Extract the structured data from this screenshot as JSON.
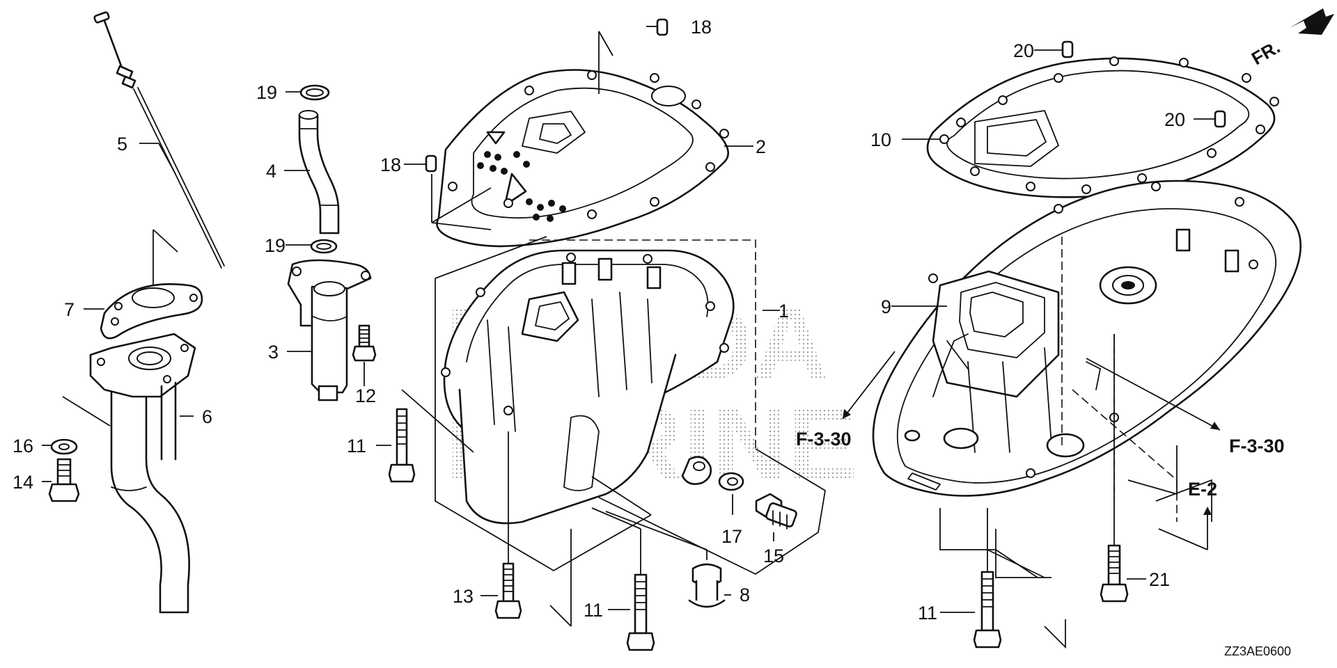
{
  "watermark": {
    "line1": "HONDA",
    "line2": "MARINE"
  },
  "diagram_code": "ZZ3AE0600",
  "direction_label": "FR.",
  "references": [
    {
      "id": "ref-left",
      "label": "F-3-30"
    },
    {
      "id": "ref-right",
      "label": "F-3-30"
    },
    {
      "id": "ref-e2",
      "label": "E-2"
    }
  ],
  "callouts": [
    {
      "id": "c1",
      "label": "1"
    },
    {
      "id": "c2",
      "label": "2"
    },
    {
      "id": "c3",
      "label": "3"
    },
    {
      "id": "c4",
      "label": "4"
    },
    {
      "id": "c5",
      "label": "5"
    },
    {
      "id": "c6",
      "label": "6"
    },
    {
      "id": "c7",
      "label": "7"
    },
    {
      "id": "c8",
      "label": "8"
    },
    {
      "id": "c9",
      "label": "9"
    },
    {
      "id": "c10",
      "label": "10"
    },
    {
      "id": "c11a",
      "label": "11"
    },
    {
      "id": "c11b",
      "label": "11"
    },
    {
      "id": "c11c",
      "label": "11"
    },
    {
      "id": "c12",
      "label": "12"
    },
    {
      "id": "c13",
      "label": "13"
    },
    {
      "id": "c14",
      "label": "14"
    },
    {
      "id": "c15",
      "label": "15"
    },
    {
      "id": "c16",
      "label": "16"
    },
    {
      "id": "c17",
      "label": "17"
    },
    {
      "id": "c18a",
      "label": "18"
    },
    {
      "id": "c18b",
      "label": "18"
    },
    {
      "id": "c19a",
      "label": "19"
    },
    {
      "id": "c19b",
      "label": "19"
    },
    {
      "id": "c20a",
      "label": "20"
    },
    {
      "id": "c20b",
      "label": "20"
    },
    {
      "id": "c21",
      "label": "21"
    }
  ]
}
